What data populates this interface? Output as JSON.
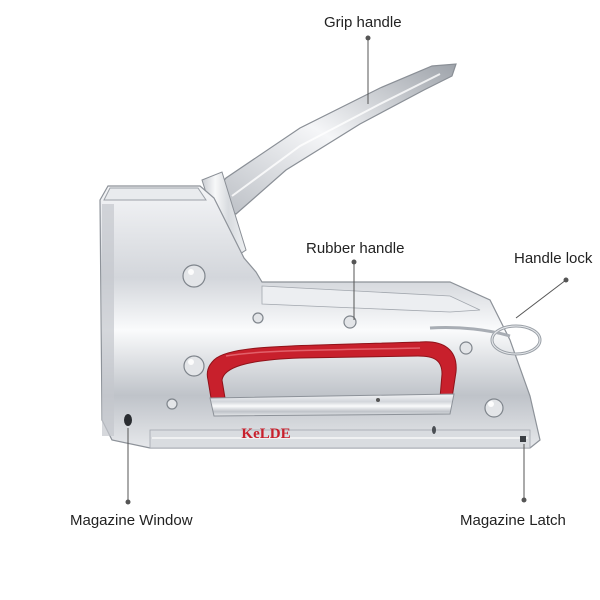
{
  "labels": {
    "grip_handle": "Grip handle",
    "rubber_handle": "Rubber handle",
    "handle_lock": "Handle lock",
    "magazine_window": "Magazine Window",
    "magazine_latch": "Magazine Latch"
  },
  "brand": "KeLDE",
  "colors": {
    "accent_red": "#c8202c",
    "leader_line": "#555555",
    "label_text": "#222222"
  }
}
